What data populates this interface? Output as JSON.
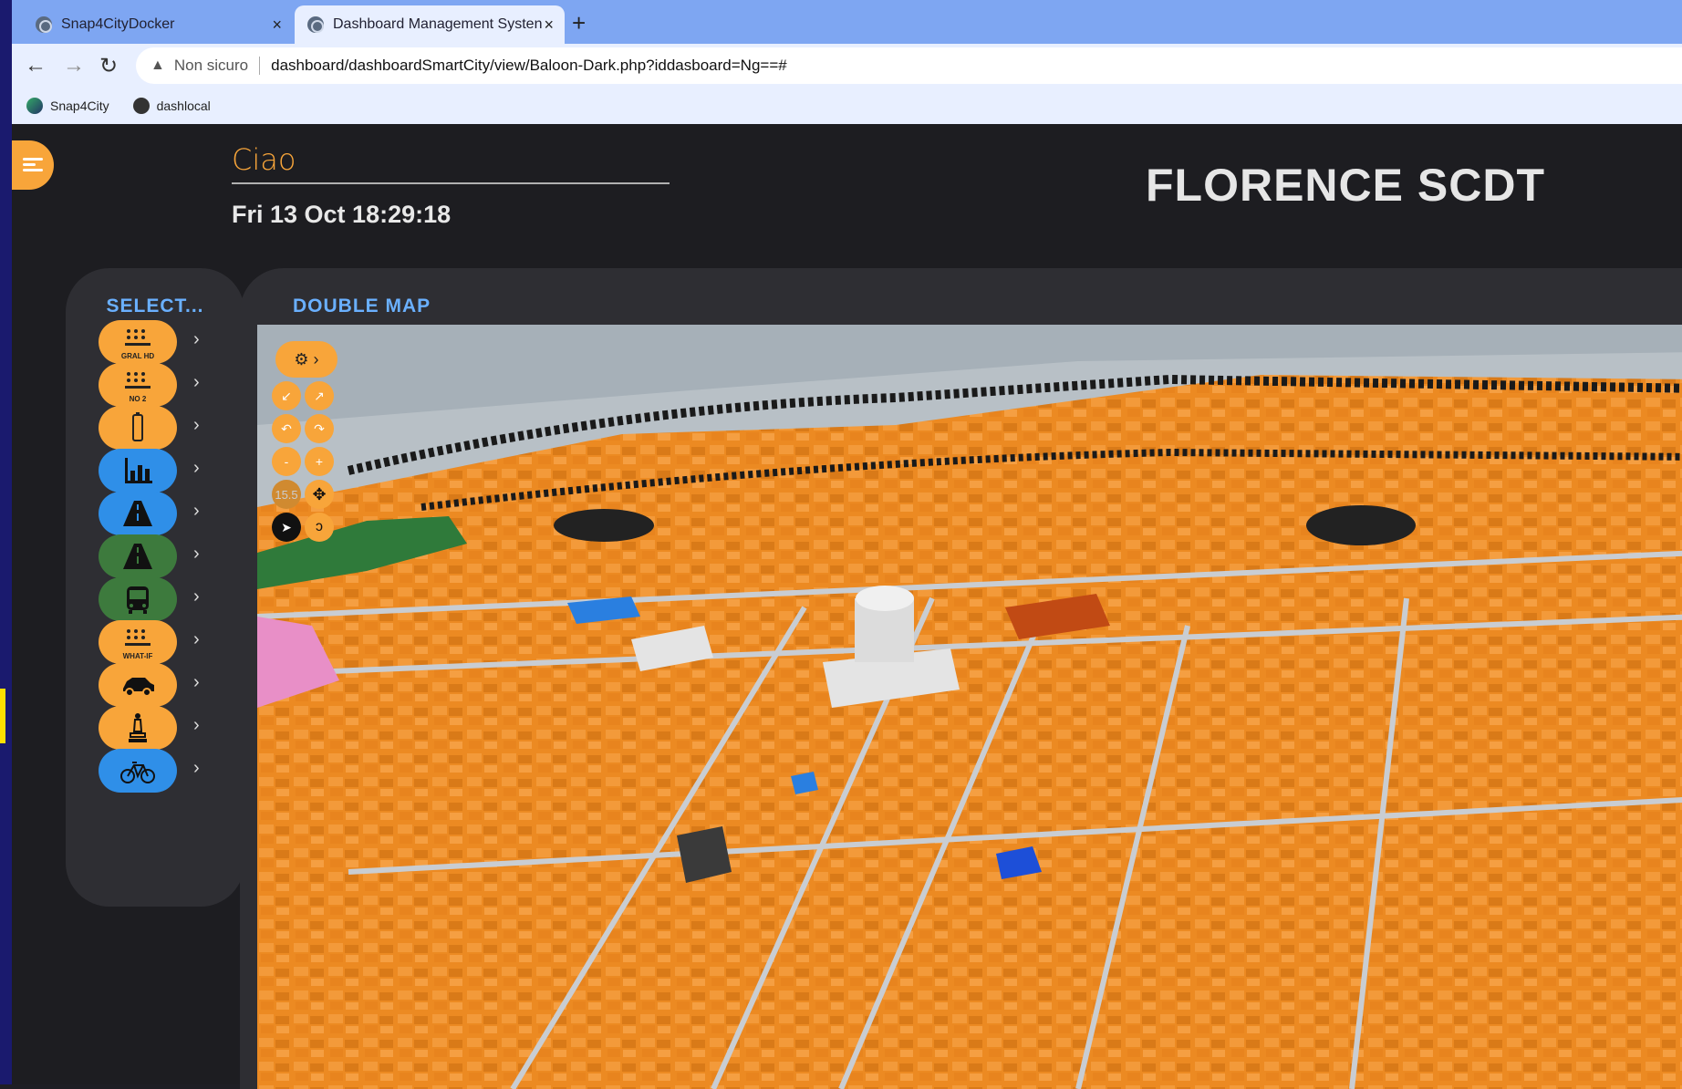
{
  "browser": {
    "tabs": [
      {
        "title": "Snap4CityDocker",
        "close": "×"
      },
      {
        "title": "Dashboard Management Systen",
        "close": "×"
      }
    ],
    "new_tab": "+",
    "nav": {
      "back": "←",
      "forward": "→",
      "reload": "↻"
    },
    "security_label": "Non sicuro",
    "url": "dashboard/dashboardSmartCity/view/Baloon-Dark.php?iddasboard=Ng==#",
    "bookmarks": [
      {
        "label": "Snap4City"
      },
      {
        "label": "dashlocal"
      }
    ]
  },
  "dashboard": {
    "greeting": "Ciao",
    "datetime": "Fri 13 Oct 18:29:18",
    "title": "FLORENCE SCDT",
    "accent_color": "#f8a53a",
    "widget_title_color": "#6ab0ff"
  },
  "select_panel": {
    "title": "SELECT...",
    "items": [
      {
        "icon": "sensor-grid-icon",
        "label": "GRAL HD",
        "color": "orange"
      },
      {
        "icon": "sensor-grid-icon",
        "label": "NO 2",
        "color": "orange"
      },
      {
        "icon": "battery-icon",
        "label": "",
        "color": "orange"
      },
      {
        "icon": "bar-chart-icon",
        "label": "",
        "color": "blue"
      },
      {
        "icon": "road-icon",
        "label": "",
        "color": "blue"
      },
      {
        "icon": "road-icon",
        "label": "",
        "color": "green"
      },
      {
        "icon": "bus-icon",
        "label": "",
        "color": "green"
      },
      {
        "icon": "sensor-grid-icon",
        "label": "WHAT-IF",
        "color": "orange"
      },
      {
        "icon": "car-icon",
        "label": "",
        "color": "orange"
      },
      {
        "icon": "statue-icon",
        "label": "",
        "color": "orange"
      },
      {
        "icon": "bicycle-icon",
        "label": "",
        "color": "blue"
      }
    ],
    "arrow": "›"
  },
  "map": {
    "title": "DOUBLE MAP",
    "zoom": "15.5",
    "controls": {
      "settings": "⚙ ›",
      "pitch_down": "↙",
      "pitch_up": "↗",
      "rotate_left": "↶",
      "rotate_right": "↷",
      "zoom_out": "-",
      "zoom_in": "+",
      "pan": "✥",
      "select_tool": "➤",
      "hand_tool": "ↄ"
    }
  }
}
